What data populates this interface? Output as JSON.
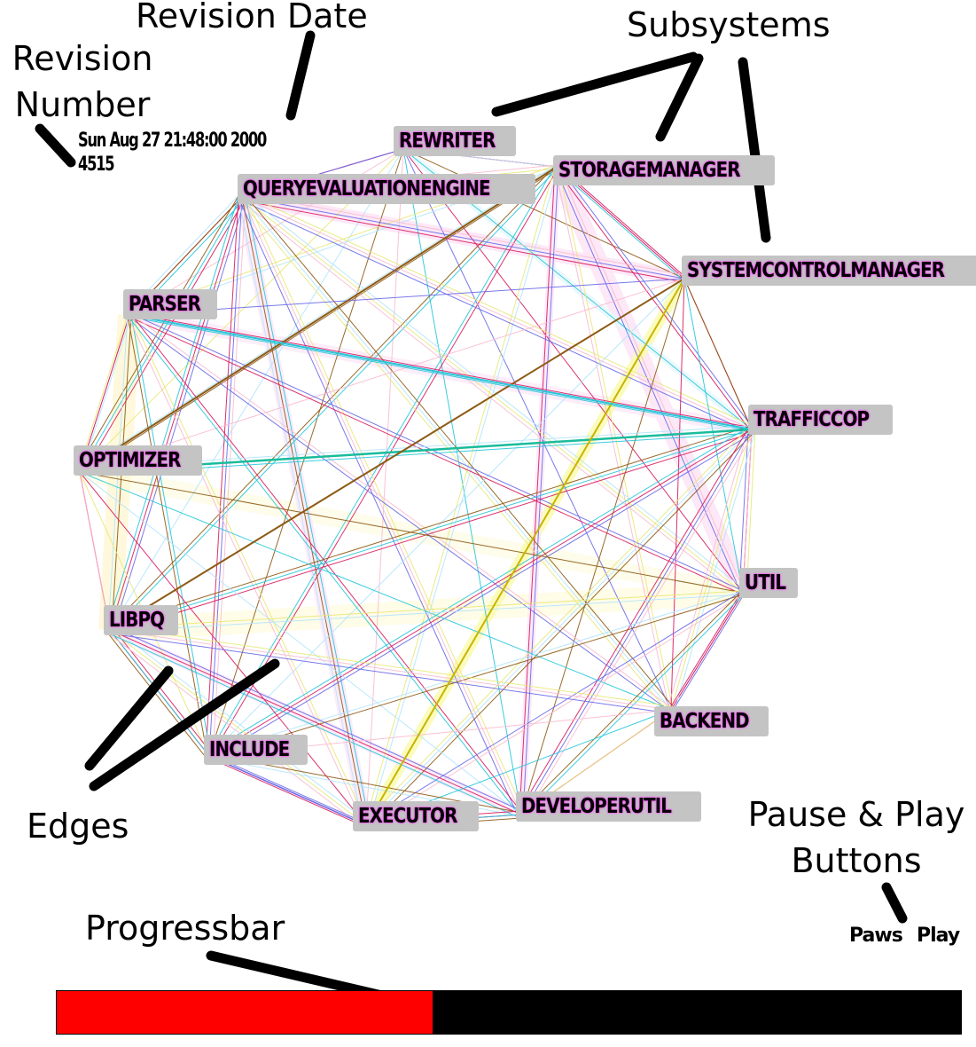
{
  "annotations": {
    "revision_date_label": "Revision Date",
    "revision_number_label_line1": "Revision",
    "revision_number_label_line2": "Number",
    "subsystems_label": "Subsystems",
    "edges_label": "Edges",
    "pause_play_label_line1": "Pause & Play",
    "pause_play_label_line2": "Buttons",
    "progressbar_label": "Progressbar"
  },
  "revision": {
    "date": "Sun Aug 27 21:48:00 2000",
    "number": "4515"
  },
  "nodes": [
    {
      "id": "rewriter",
      "label": "REWRITER"
    },
    {
      "id": "storagemanager",
      "label": "STORAGEMANAGER"
    },
    {
      "id": "queryevaluationengine",
      "label": "QUERYEVALUATIONENGINE"
    },
    {
      "id": "systemcontrolmanager",
      "label": "SYSTEMCONTROLMANAGER"
    },
    {
      "id": "parser",
      "label": "PARSER"
    },
    {
      "id": "trafficcop",
      "label": "TRAFFICCOP"
    },
    {
      "id": "optimizer",
      "label": "OPTIMIZER"
    },
    {
      "id": "util",
      "label": "UTIL"
    },
    {
      "id": "libpq",
      "label": "LIBPQ"
    },
    {
      "id": "backend",
      "label": "BACKEND"
    },
    {
      "id": "include",
      "label": "INCLUDE"
    },
    {
      "id": "executor",
      "label": "EXECUTOR"
    },
    {
      "id": "developerutil",
      "label": "DEVELOPERUTIL"
    }
  ],
  "controls": {
    "pause_label": "Paws",
    "play_label": "Play"
  },
  "progress": {
    "fraction": 0.416,
    "fill_color": "#ff0000",
    "track_color": "#000000"
  },
  "colors": {
    "node_box": "#c4c4c4",
    "node_glow": "#ff44ff",
    "edge_palette": [
      "#d81b60",
      "#26c6da",
      "#8d5a14",
      "#b3e5fc",
      "#e8e87a",
      "#f8bbd0",
      "#6a6ae8"
    ]
  }
}
